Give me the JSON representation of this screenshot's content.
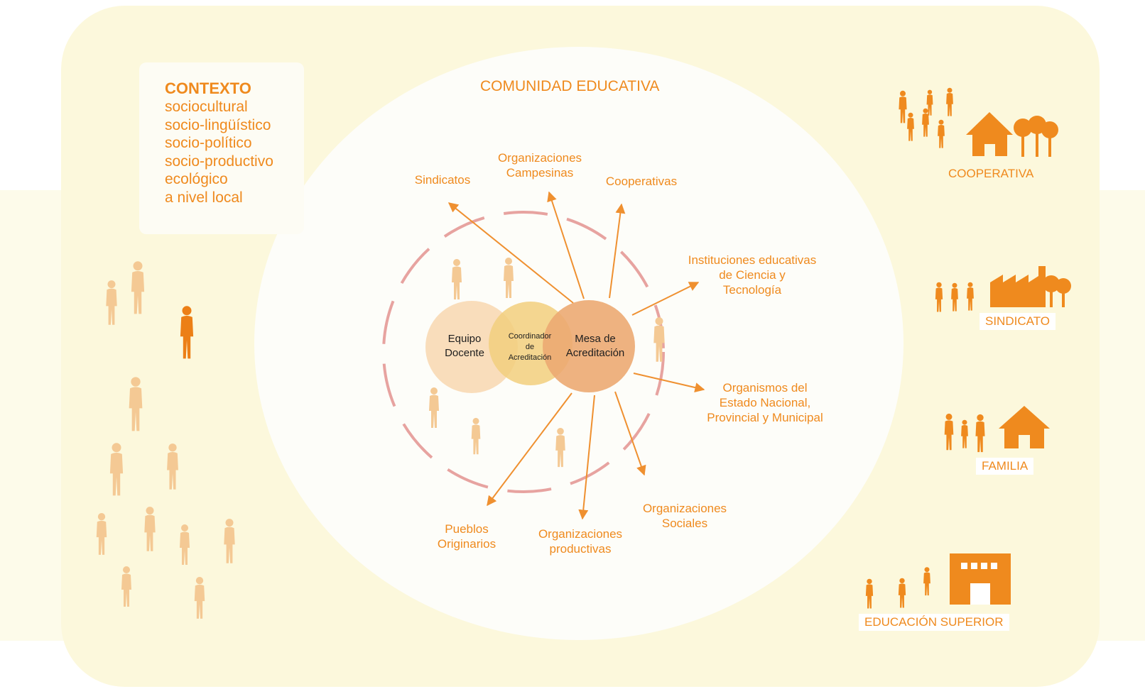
{
  "colors": {
    "accent": "#ef8a1e",
    "people_light": "#f4c994",
    "people_dark": "#ec7f16",
    "ring": "#e7a3a0",
    "docente": "#f8d9b4",
    "coordinador": "#f2cf7e",
    "mesa": "#ecaa72",
    "arrow": "#ef9030"
  },
  "context": {
    "title": "CONTEXTO",
    "items": [
      "sociocultural",
      "socio-lingüístico",
      "socio-político",
      "socio-productivo",
      "ecológico",
      "a nivel local"
    ]
  },
  "diagram": {
    "title": "COMUNIDAD EDUCATIVA",
    "center": {
      "left": "Equipo\nDocente",
      "overlap": "Coordinador\nde\nAcreditación",
      "right": "Mesa de\nAcreditación"
    },
    "organizations": [
      "Sindicatos",
      "Organizaciones\nCampesinas",
      "Cooperativas",
      "Instituciones educativas\nde Ciencia y\nTecnología",
      "Organismos del\nEstado Nacional,\nProvincial y Municipal",
      "Organizaciones\nSociales",
      "Organizaciones\nproductivas",
      "Pueblos\nOriginarios"
    ]
  },
  "sectors": [
    {
      "label": "COOPERATIVA",
      "icon": "cooperative-icon"
    },
    {
      "label": "SINDICATO",
      "icon": "factory-icon"
    },
    {
      "label": "FAMILIA",
      "icon": "house-icon"
    },
    {
      "label": "EDUCACIÓN SUPERIOR",
      "icon": "university-icon"
    }
  ]
}
